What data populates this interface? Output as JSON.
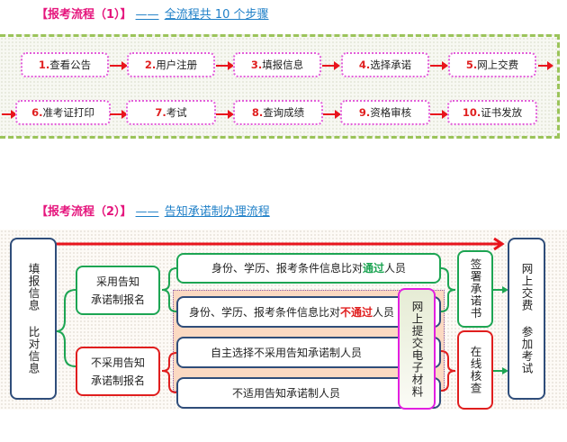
{
  "section1": {
    "heading_tag": "【报考流程（1）】",
    "heading_dash": "——",
    "heading_sub": "全流程共 10 个步骤",
    "steps": [
      {
        "num": "1.",
        "label": "查看公告"
      },
      {
        "num": "2.",
        "label": "用户注册"
      },
      {
        "num": "3.",
        "label": "填报信息"
      },
      {
        "num": "4.",
        "label": "选择承诺"
      },
      {
        "num": "5.",
        "label": "网上交费"
      },
      {
        "num": "6.",
        "label": "准考证打印"
      },
      {
        "num": "7.",
        "label": "考试"
      },
      {
        "num": "8.",
        "label": "查询成绩"
      },
      {
        "num": "9.",
        "label": "资格审核"
      },
      {
        "num": "10.",
        "label": "证书发放"
      }
    ]
  },
  "section2": {
    "heading_tag": "【报考流程（2）】",
    "heading_dash": "——",
    "heading_sub": "告知承诺制办理流程",
    "fill_compare": "填报信息 比对信息",
    "adopt": {
      "line1": "采用告知",
      "line2": "承诺制报名"
    },
    "not_adopt": {
      "line1": "不采用告知",
      "line2": "承诺制报名"
    },
    "row_pass": {
      "prefix": "身份、学历、报考条件信息比对",
      "highlight": "通过",
      "suffix": "人员"
    },
    "row_fail": {
      "prefix": "身份、学历、报考条件信息比对",
      "highlight": "不通过",
      "suffix": "人员"
    },
    "row_voluntary": "自主选择不采用告知承诺制人员",
    "row_not_applicable": "不适用告知承诺制人员",
    "submit_materials": "网上提交电子材料",
    "sign_commitment": "签署承诺书",
    "online_check": "在线核查",
    "pay_exam": "网上交费 参加考试",
    "colors": {
      "green": "#1da553",
      "red": "#e01e1e",
      "navy": "#2f4d7a",
      "magenta": "#e21fe0",
      "pink_title": "#e5167d",
      "link_blue": "#1e7fc7"
    }
  }
}
